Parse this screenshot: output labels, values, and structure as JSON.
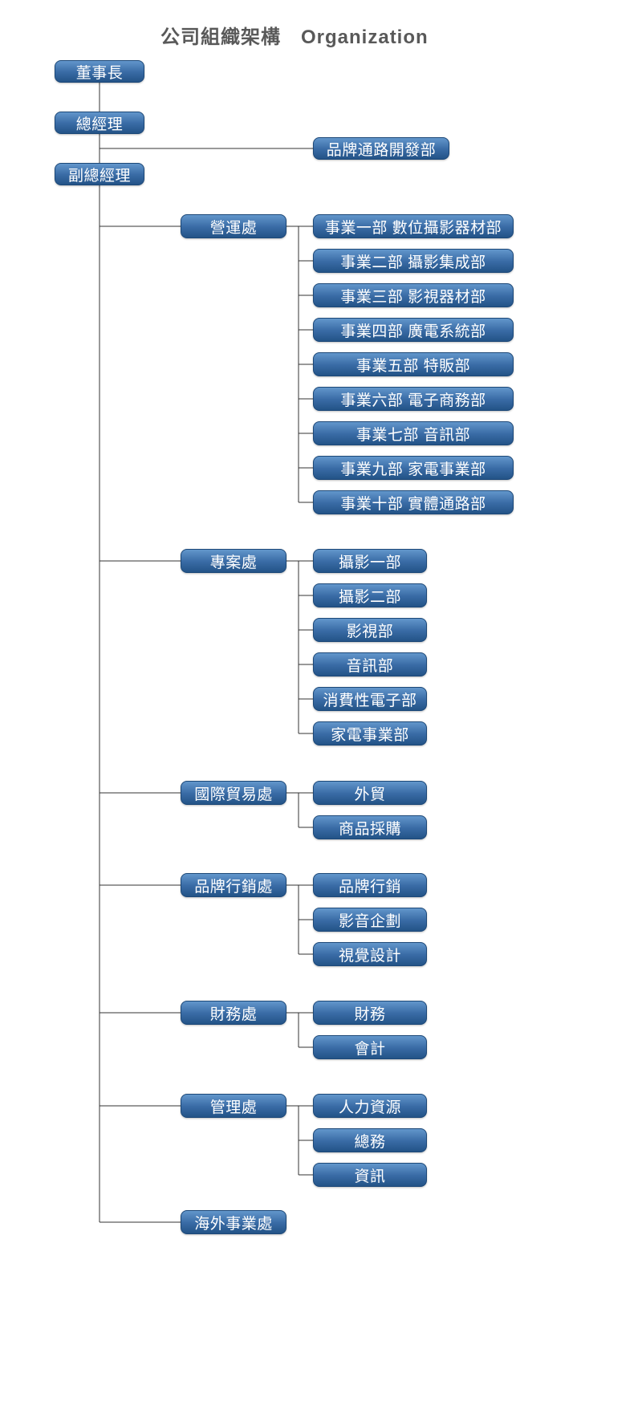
{
  "title": "公司組織架構　Organization",
  "top_chain": [
    "董事長",
    "總經理",
    "副總經理"
  ],
  "staff_box": "品牌通路開發部",
  "divisions": [
    {
      "label": "營運處",
      "children": [
        "事業一部 數位攝影器材部",
        "事業二部 攝影集成部",
        "事業三部 影視器材部",
        "事業四部 廣電系統部",
        "事業五部 特販部",
        "事業六部 電子商務部",
        "事業七部 音訊部",
        "事業九部 家電事業部",
        "事業十部 實體通路部"
      ]
    },
    {
      "label": "專案處",
      "children": [
        "攝影一部",
        "攝影二部",
        "影視部",
        "音訊部",
        "消費性電子部",
        "家電事業部"
      ]
    },
    {
      "label": "國際貿易處",
      "children": [
        "外貿",
        "商品採購"
      ]
    },
    {
      "label": "品牌行銷處",
      "children": [
        "品牌行銷",
        "影音企劃",
        "視覺設計"
      ]
    },
    {
      "label": "財務處",
      "children": [
        "財務",
        "會計"
      ]
    },
    {
      "label": "管理處",
      "children": [
        "人力資源",
        "總務",
        "資訊"
      ]
    },
    {
      "label": "海外事業處",
      "children": []
    }
  ],
  "colors": {
    "box_gradient_top": "#6296cb",
    "box_gradient_mid": "#3a6ca6",
    "box_gradient_bottom": "#235387",
    "box_border": "#1c4878",
    "box_text": "#ffffff",
    "line": "#333333",
    "title_text": "#595959"
  }
}
